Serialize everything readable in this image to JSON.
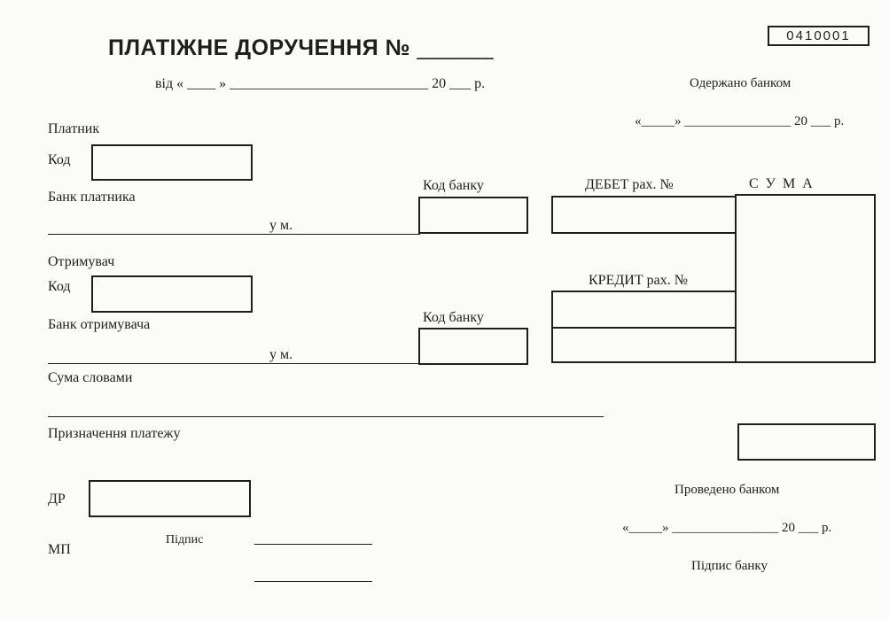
{
  "form": {
    "code": "0410001",
    "title": "ПЛАТІЖНЕ  ДОРУЧЕННЯ №",
    "title_blank": "______",
    "date_line": "від  « ____ »  ____________________________  20 ___  р.",
    "received_by_bank": "Одержано банком",
    "received_date_line": "«_____» ________________  20 ___ р."
  },
  "payer": {
    "heading": "Платник",
    "code_label": "Код",
    "bank_label": "Банк платника",
    "city_label": "у м.",
    "bank_code_label": "Код банку"
  },
  "recipient": {
    "heading": "Отримувач",
    "code_label": "Код",
    "bank_label": "Банк отримувача",
    "city_label": "у м.",
    "bank_code_label": "Код банку"
  },
  "accounts": {
    "debit_label": "ДЕБЕТ  рах. №",
    "credit_label": "КРЕДИТ рах. №",
    "sum_label": "С У М А"
  },
  "sum_words_label": "Сума словами",
  "purpose_label": "Призначення платежу",
  "footer": {
    "dr_label": "ДР",
    "mp_label": "МП",
    "signature_label": "Підпис",
    "processed_by_bank": "Проведено банком",
    "processed_date_line": "«_____» ________________  20 ___ р.",
    "bank_signature": "Підпис банку"
  }
}
